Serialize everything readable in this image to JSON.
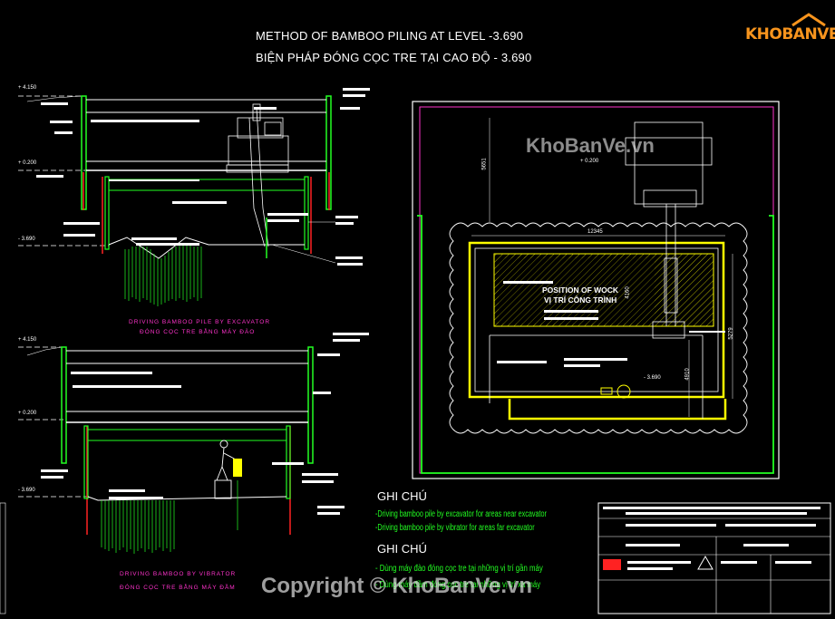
{
  "title": {
    "line1": "METHOD OF BAMBOO PILING AT LEVEL -3.690",
    "line2": "BIỆN PHÁP ĐÓNG CỌC TRE TẠI CAO ĐỘ - 3.690"
  },
  "section_top": {
    "caption1": "DRIVING BAMBOO PILE BY EXCAVATOR",
    "caption2": "ĐÓNG CỌC TRE BẰNG MÁY ĐÀO",
    "levels": [
      "+ 4.150",
      "+ 0.200",
      "- 3.690"
    ]
  },
  "section_bottom": {
    "caption1": "DRIVING BAMBOO BY VIBRATOR",
    "caption2": "ĐÓNG CỌC TRE BẰNG MÁY ĐẦM",
    "levels": [
      "+ 4.150",
      "+ 0.200",
      "- 3.690"
    ]
  },
  "plan": {
    "position1": "POSITION OF WOCK",
    "position2": "VỊ TRÍ CÔNG TRÌNH",
    "level_a": "+ 0.200",
    "level_b": "- 3.690",
    "dim_top": "12345",
    "dim_left": "5651",
    "dim_mid": "4160",
    "dim_right": "5279",
    "dim_right2": "4910"
  },
  "notes": {
    "head1": "GHI CHÚ",
    "line1": "-Driving bamboo pile by excavator for areas near excavator",
    "line2": "-Driving bamboo pile by vibrator for areas far excavator",
    "head2": "GHI CHÚ",
    "line3": "- Dùng máy đào đóng cọc tre tại những vị trí gần máy",
    "line4": "- Dùng máy đầm đóng cọc tre tại những vị trí xa máy"
  },
  "watermark": {
    "center": "KhoBanVe.vn",
    "bottom": "Copyright © KhoBanVe.vn",
    "logo": "KHOBANVE"
  },
  "colors": {
    "background": "#000000",
    "wall": "#22ff22",
    "piles": "#22ff22",
    "excavation": "#ffff00",
    "sheet_pile": "#ff33cc",
    "outline": "#ffffff",
    "accent_red": "#ff2222"
  }
}
